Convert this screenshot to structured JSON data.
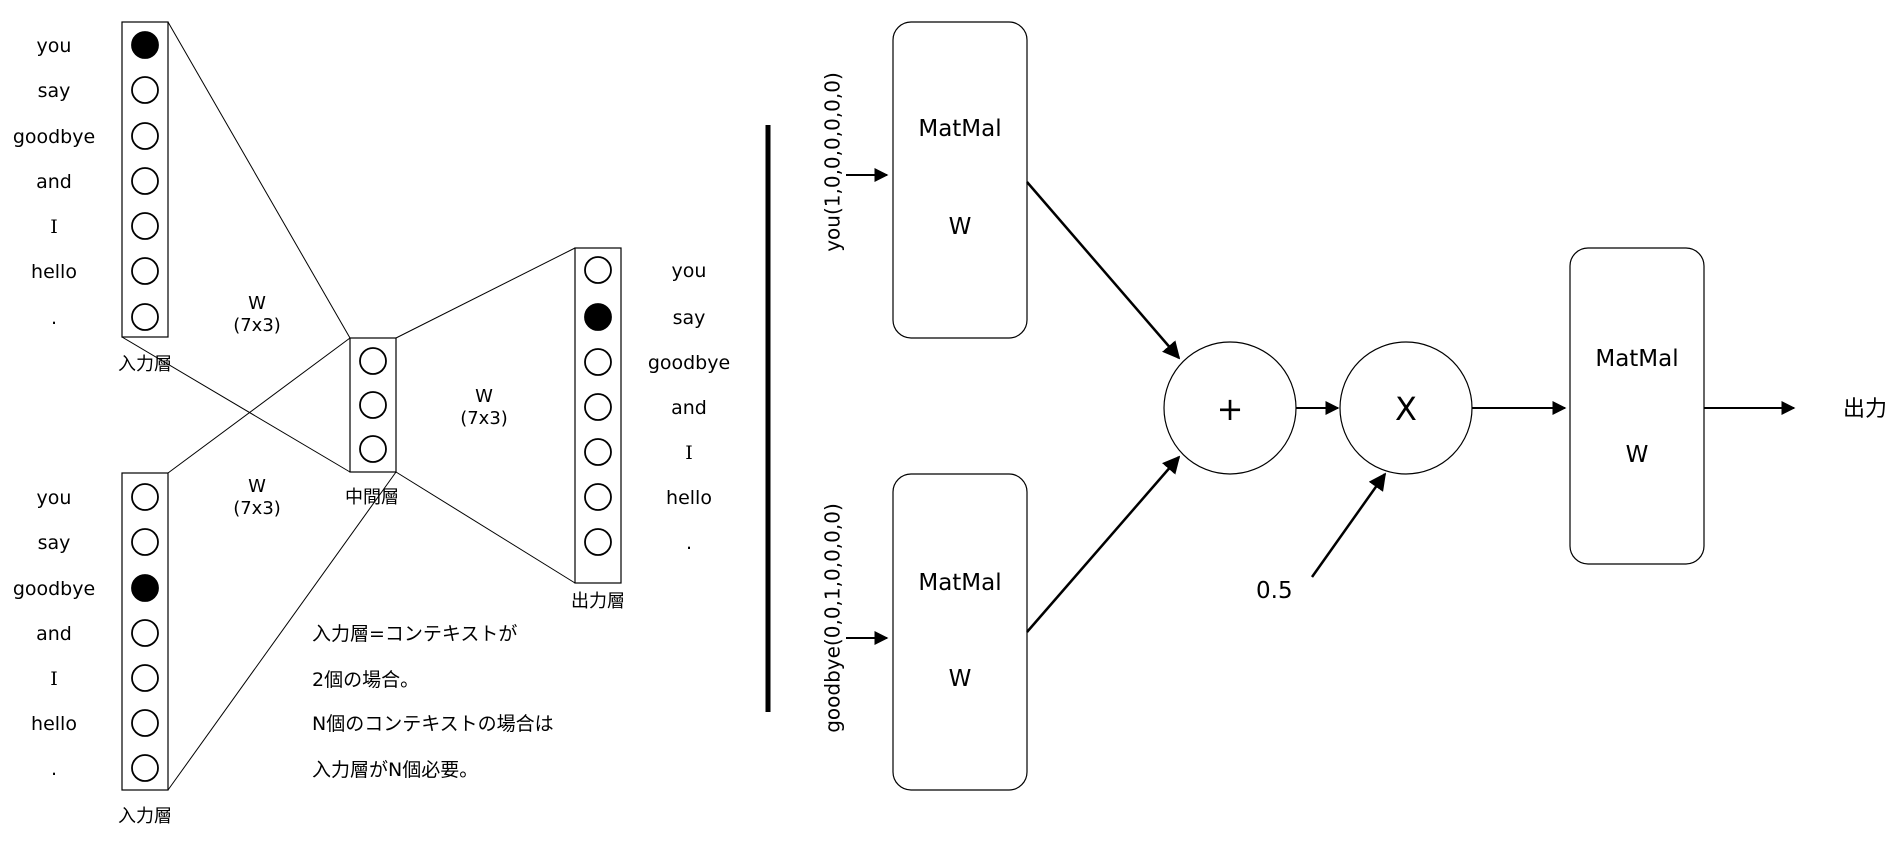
{
  "colors": {
    "ink": "#000000",
    "paper": "#ffffff",
    "filled_neuron": "#000000"
  },
  "left": {
    "input_words": [
      "you",
      "say",
      "goodbye",
      "and",
      "I",
      "hello",
      "."
    ],
    "input1_active_index": 0,
    "input2_active_index": 2,
    "output_active_index": 1,
    "input_layer_label": "入力層",
    "middle_layer_label": "中間層",
    "output_layer_label": "出力層",
    "weight_label_w": "W",
    "weight_label_dims": "(7x3)",
    "note_lines": [
      "入力層=コンテキストが",
      "2個の場合。",
      "N個のコンテキストの場合は",
      "入力層がN個必要。"
    ]
  },
  "right": {
    "input_top_vector": "you(1,0,0,0,0,0,0)",
    "input_bottom_vector": "goodbye(0,0,1,0,0,0,0)",
    "matmul_label": "MatMal",
    "weight_label": "W",
    "add_symbol": "+",
    "multiply_symbol": "X",
    "scale_value": "0.5",
    "output_label": "出力"
  }
}
